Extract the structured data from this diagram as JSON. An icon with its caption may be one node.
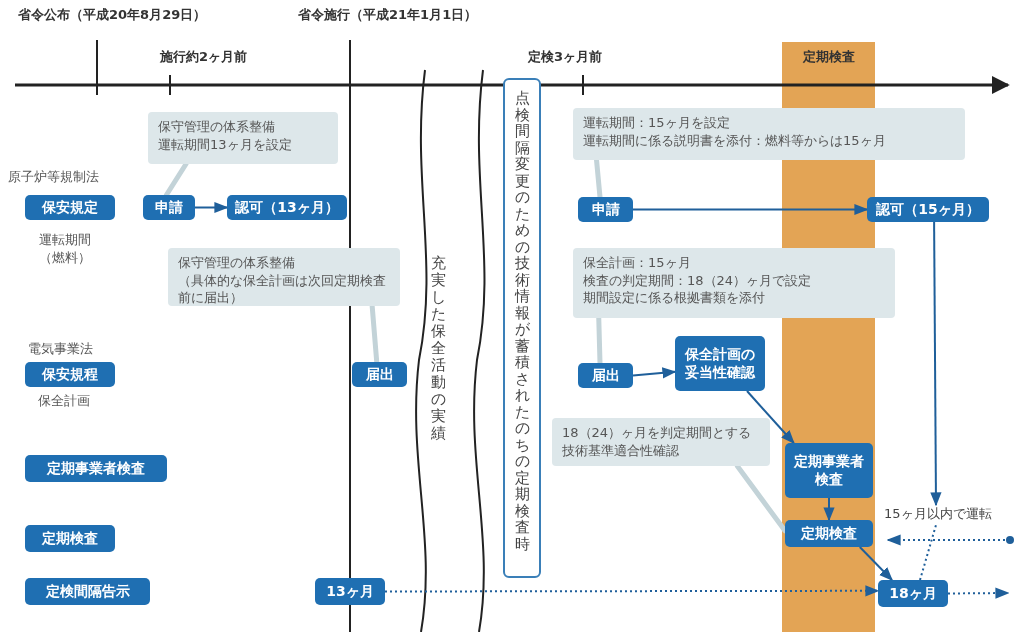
{
  "diagram": {
    "nodes": [
      {
        "text": [
          "保安規定"
        ],
        "beside": [
          "原子炉等規制法",
          "運転期間（燃料）"
        ]
      },
      {
        "text": [
          "申請"
        ]
      },
      {
        "text": [
          "認可（13ヶ月）"
        ]
      },
      {
        "text": [
          "保守管理の体系整備",
          "運転期間13ヶ月を設定"
        ]
      },
      {
        "text": [
          "保安規程"
        ],
        "beside": [
          "電気事業法",
          "保全計画"
        ]
      },
      {
        "text": [
          "届出"
        ]
      },
      {
        "text": [
          "保守管理の体系整備",
          "（具体的な保全計画は次回定期検査前に届出）"
        ]
      },
      {
        "text": [
          "定期事業者検査"
        ]
      },
      {
        "text": [
          "定期検査"
        ]
      },
      {
        "text": [
          "定検間隔告示"
        ]
      },
      {
        "text": [
          "13ヶ月"
        ]
      },
      {
        "text": [
          "点検間隔変更のための技術情報が蓄積されたのちの定期検査時"
        ]
      },
      {
        "text": [
          "定期検査"
        ]
      },
      {
        "text": [
          "運転期間：15ヶ月を設定",
          "運転期間に係る説明書を添付：燃料等からは15ヶ月"
        ]
      },
      {
        "text": [
          "申請"
        ]
      },
      {
        "text": [
          "認可（15ヶ月）"
        ]
      },
      {
        "text": [
          "保全計画：15ヶ月",
          "検査の判定期間：18（24）ヶ月で設定",
          "期間設定に係る根拠書類を添付"
        ]
      },
      {
        "text": [
          "届出"
        ]
      },
      {
        "text": [
          "保全計画の妥当性確認"
        ]
      },
      {
        "text": [
          "18（24）ヶ月を判定期間とする技術基準適合性確認"
        ]
      },
      {
        "text": [
          "定期事業者検査"
        ],
        "in": 12
      },
      {
        "text": [
          "定期検査"
        ],
        "in": 12
      },
      {
        "text": [
          "18ヶ月"
        ]
      },
      {
        "text": [
          "15ヶ月以内で運転"
        ]
      }
    ],
    "edges": [
      {
        "from": 1,
        "to": 2,
        "arrow": "to"
      },
      {
        "from": 3,
        "to": 1,
        "arrow": "none",
        "style": "thick",
        "color": "#c3d3d8"
      },
      {
        "from": 6,
        "to": 5,
        "arrow": "none",
        "style": "thick",
        "color": "#c3d3d8"
      },
      {
        "from": 10,
        "to": 22,
        "arrow": "to",
        "style": "dashed"
      },
      {
        "from": 13,
        "to": 14,
        "arrow": "none",
        "style": "thick",
        "color": "#c3d3d8"
      },
      {
        "from": 14,
        "to": 15,
        "arrow": "to"
      },
      {
        "from": 16,
        "to": 17,
        "arrow": "none",
        "style": "thick",
        "color": "#c3d3d8"
      },
      {
        "from": 17,
        "to": 18,
        "arrow": "to"
      },
      {
        "from": 18,
        "to": 20,
        "arrow": "to"
      },
      {
        "from": 19,
        "to": 21,
        "arrow": "none",
        "style": "thick",
        "color": "#c3d3d8"
      },
      {
        "from": 20,
        "to": 21,
        "arrow": "to"
      },
      {
        "from": 21,
        "to": 22,
        "arrow": "to"
      },
      {
        "from": 15,
        "to": 23,
        "arrow": "to"
      },
      {
        "from": 22,
        "to": 23,
        "arrow": "none",
        "style": "dashed"
      },
      {
        "from": 22,
        "to": null,
        "arrow": "to",
        "style": "dashed"
      }
    ],
    "labels": [
      "省令公布（平成20年8月29日）",
      "省令施行（平成21年1月1日）",
      "施行約2ヶ月前",
      "定検3ヶ月前",
      "充実した保全活動の実績"
    ]
  }
}
